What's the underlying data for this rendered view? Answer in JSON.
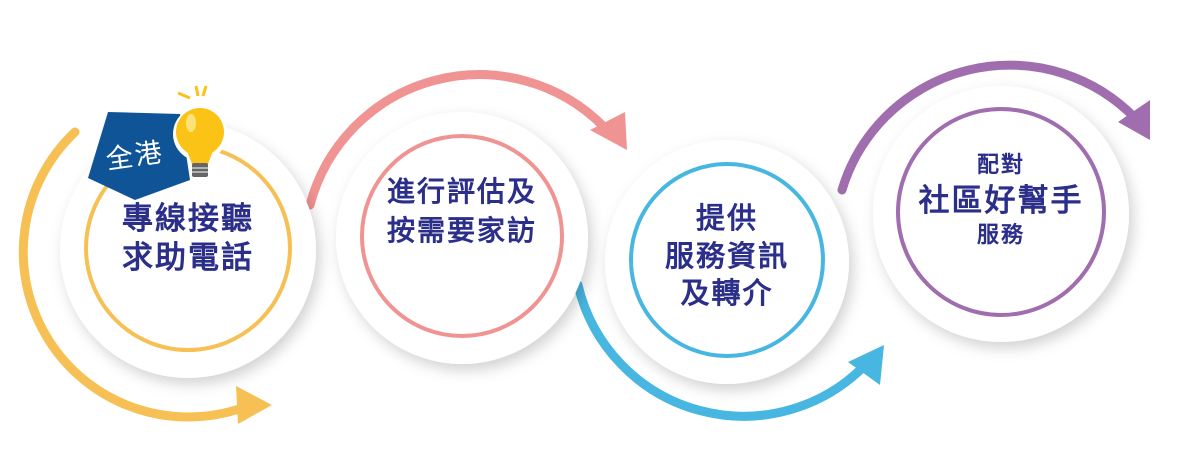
{
  "colors": {
    "step1": "#f6c055",
    "step2": "#f09393",
    "step3": "#47b6e0",
    "step4": "#a06eae",
    "text": "#2b2f8a",
    "badge": "#0e5497",
    "bulb": "#fbc316"
  },
  "badge": {
    "text": "全港"
  },
  "steps": [
    {
      "lines": [
        "專線接聽",
        "求助電話"
      ]
    },
    {
      "lines": [
        "進行評估及",
        "按需要家訪"
      ]
    },
    {
      "lines": [
        "提供",
        "服務資訊",
        "及轉介"
      ]
    },
    {
      "lines": [
        "配對",
        "社區好幫手",
        "服務"
      ]
    }
  ]
}
